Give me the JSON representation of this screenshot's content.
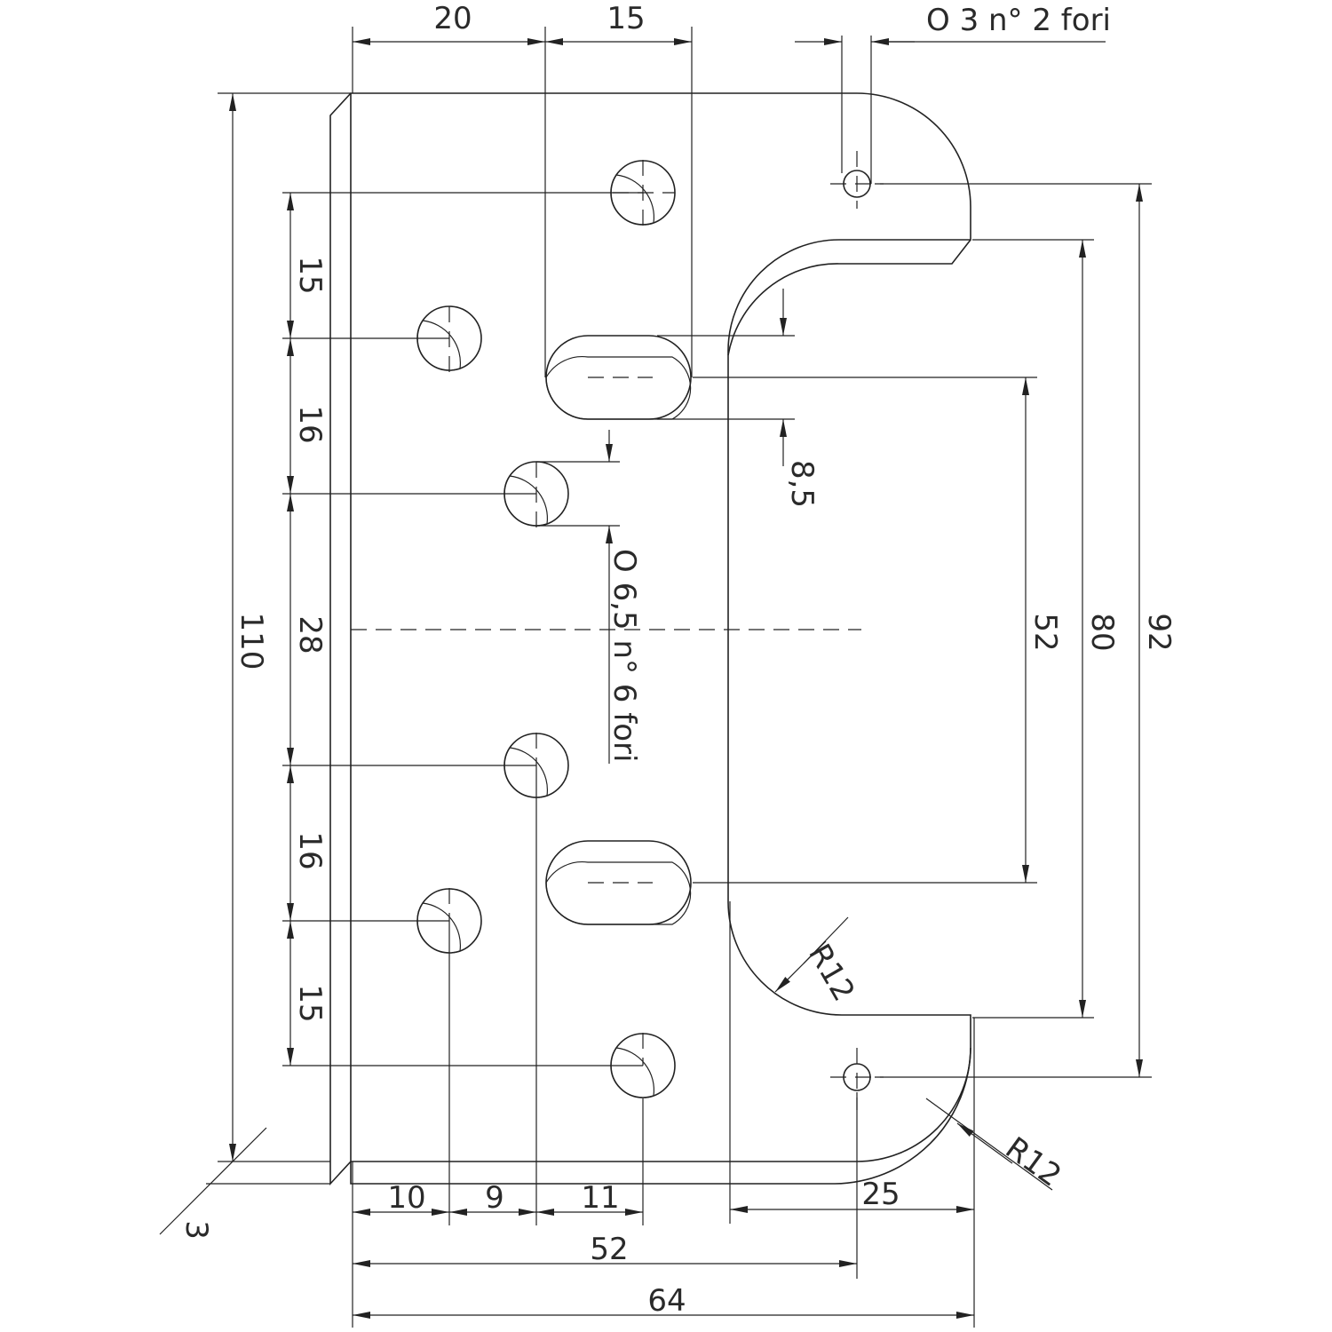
{
  "colors": {
    "plate": "#e3e4e6",
    "hole_shade": "#9b9c9e",
    "line": "#222222"
  },
  "dimensions": {
    "top_20": "20",
    "top_15": "15",
    "small_hole_note": "O  3 n° 2 fori",
    "left_15a": "15",
    "left_16a": "16",
    "left_28": "28",
    "left_16b": "16",
    "left_15b": "15",
    "overall_110": "110",
    "thickness_3": "3",
    "slot_8_5": "8,5",
    "hole_note": "O 6,5 n° 6 fori",
    "right_52": "52",
    "right_80": "80",
    "right_92": "92",
    "radius_inner": "R12",
    "radius_outer": "R12",
    "bottom_10": "10",
    "bottom_9": "9",
    "bottom_11": "11",
    "bottom_25": "25",
    "bottom_52": "52",
    "bottom_64": "64"
  }
}
